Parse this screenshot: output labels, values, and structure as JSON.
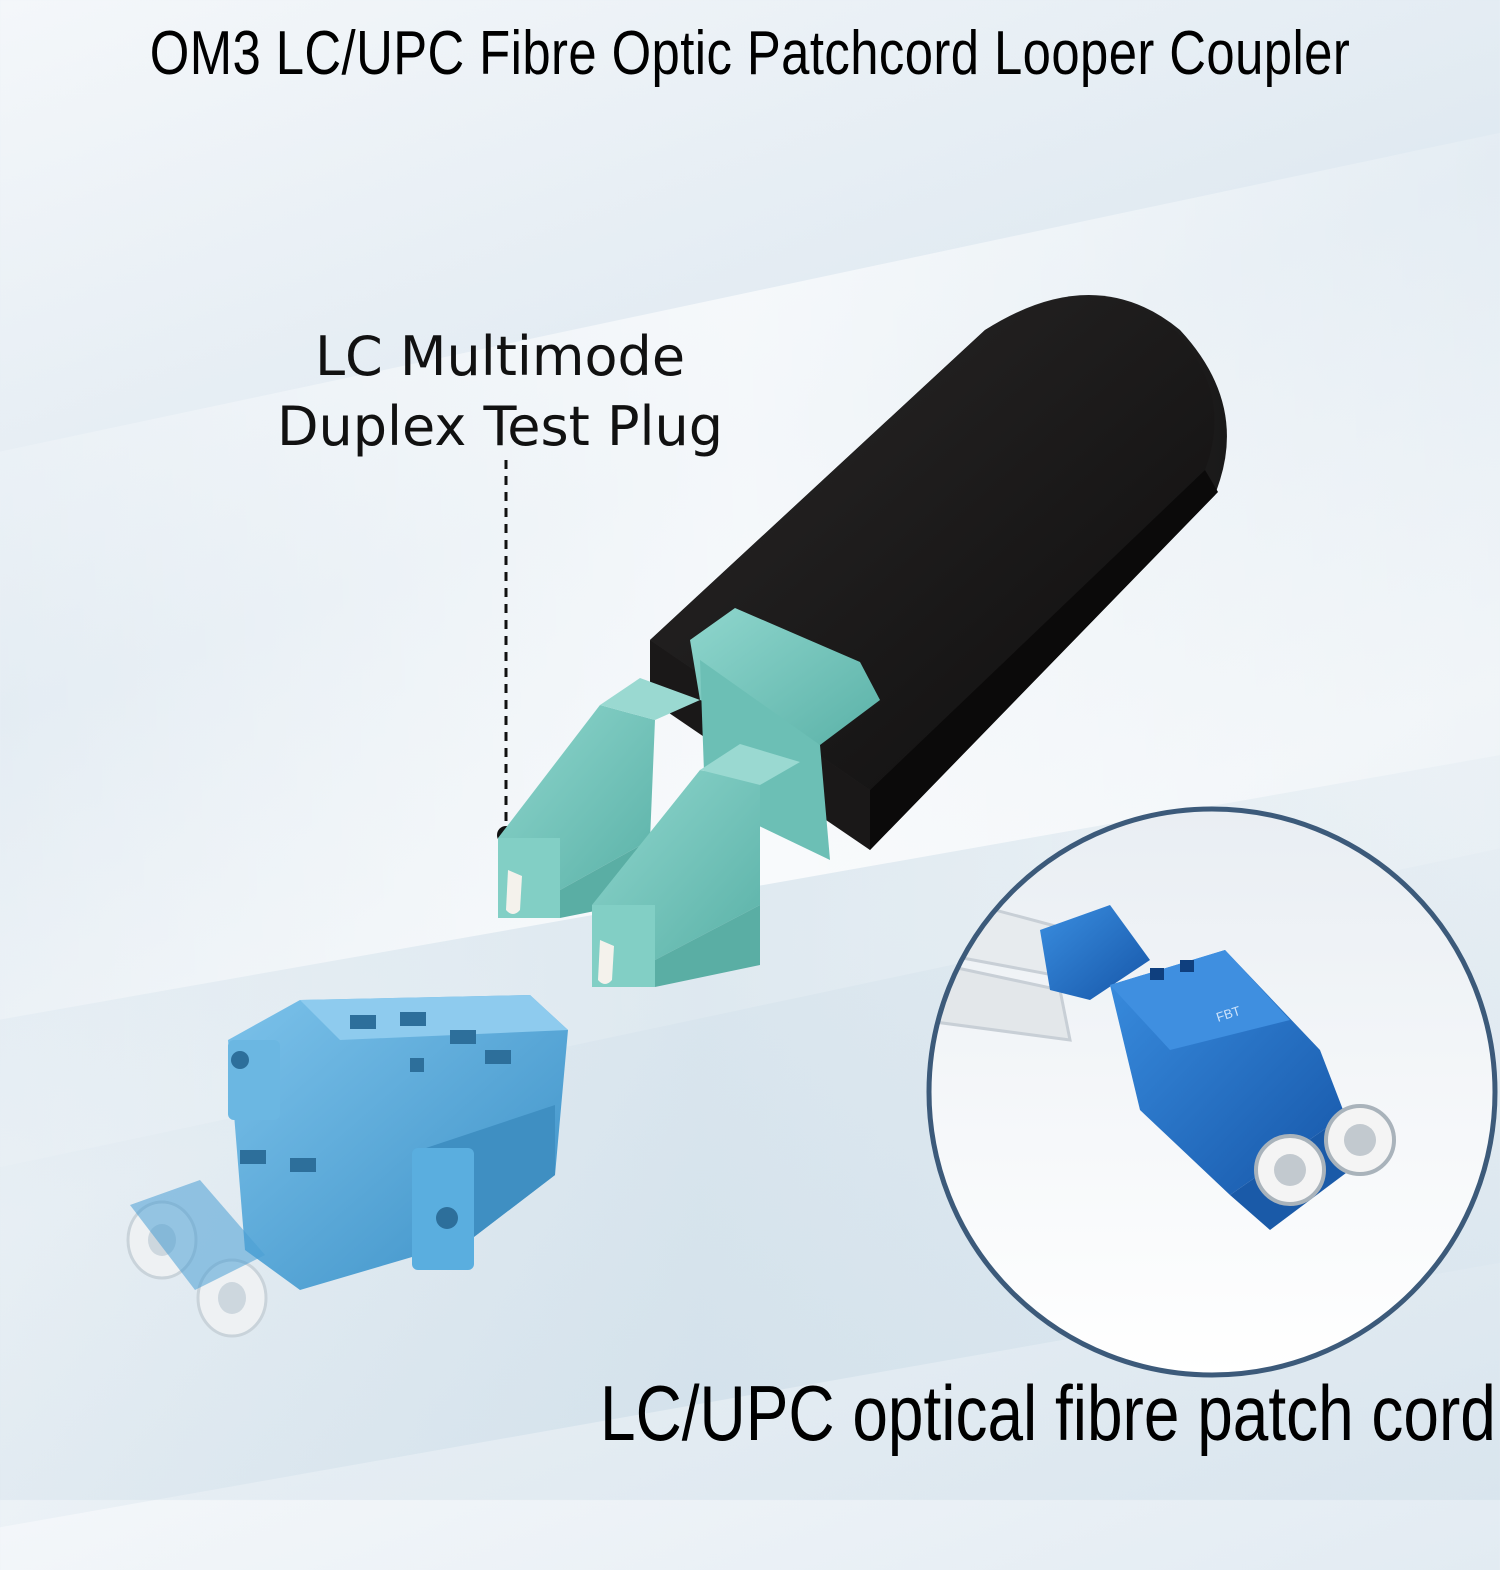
{
  "headline": "OM3 LC/UPC Fibre Optic Patchcord Looper Coupler",
  "callout": {
    "line1": "LC Multimode",
    "line2": "Duplex Test Plug"
  },
  "inset": {
    "connector_brand": "FBT"
  },
  "footer_label": "LC/UPC optical fibre patch cord",
  "colors": {
    "plug_body": "#1b1a1a",
    "om3_aqua": "#6fc4bb",
    "adapter_blue": "#4da4d8",
    "inset_blue": "#1f6fc9",
    "inset_ring": "#3c5a7a"
  }
}
